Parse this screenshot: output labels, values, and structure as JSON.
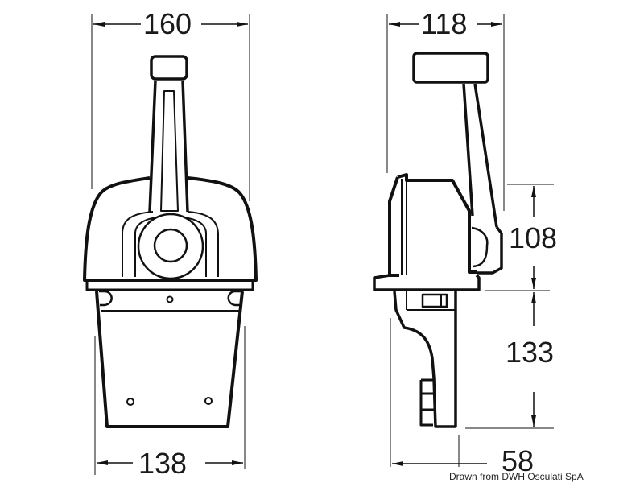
{
  "diagram": {
    "type": "technical-dimension-drawing",
    "subject": "single-lever engine control (front and side views)",
    "units": "mm",
    "front_view": {
      "dimensions": {
        "top_width": "160",
        "bottom_width": "138"
      }
    },
    "side_view": {
      "dimensions": {
        "top_depth": "118",
        "upper_height": "108",
        "lower_height": "133",
        "bottom_depth": "58"
      }
    },
    "credit": "Drawn from DWH Osculati SpA",
    "colors": {
      "line": "#111111",
      "background": "#ffffff",
      "text": "#1a1a1a"
    }
  }
}
